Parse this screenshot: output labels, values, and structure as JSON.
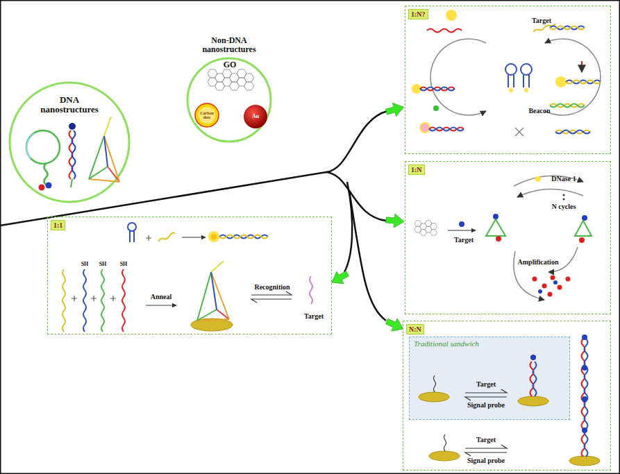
{
  "diagram": {
    "nodes": [
      {
        "text": [
          "DNA nanostructures"
        ]
      },
      {
        "text": [
          "Non-DNA nanostructures"
        ]
      },
      {
        "text": [
          "1:1"
        ]
      },
      {
        "text": [
          "1:N?"
        ]
      },
      {
        "text": [
          "1:N"
        ]
      },
      {
        "text": [
          "N:N"
        ]
      },
      {
        "text": [
          "Traditional sandwich"
        ],
        "in": 5
      }
    ],
    "labels": [
      "GO",
      "Carbon dots",
      "Au",
      "Target",
      "Beacon",
      "Target",
      "DNase 1",
      "N cycles",
      "Amplification",
      "SH",
      "SH",
      "SH",
      "Anneal",
      "Recognition",
      "Target",
      "Target",
      "Signal probe",
      "Target",
      "Signal probe"
    ]
  }
}
